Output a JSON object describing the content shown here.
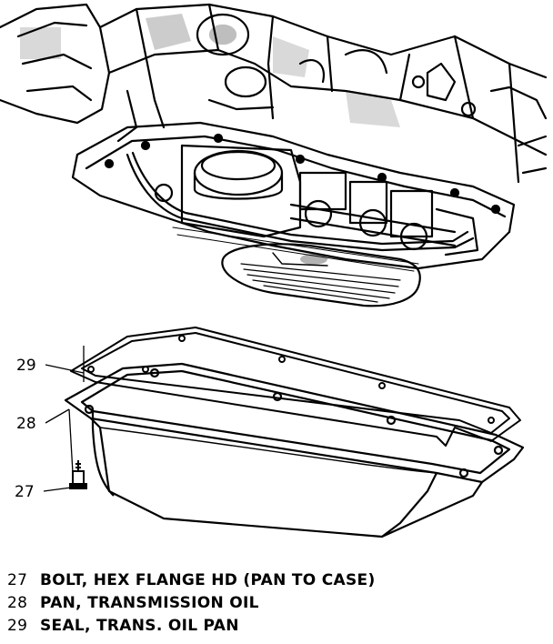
{
  "callouts": [
    {
      "number": "29"
    },
    {
      "number": "28"
    },
    {
      "number": "27"
    }
  ],
  "legend": [
    {
      "number": "27",
      "description": "BOLT, HEX FLANGE HD (PAN TO CASE)"
    },
    {
      "number": "28",
      "description": "PAN, TRANSMISSION OIL"
    },
    {
      "number": "29",
      "description": "SEAL, TRANS. OIL PAN"
    }
  ],
  "colors": {
    "ink": "#000000",
    "paper": "#ffffff"
  }
}
